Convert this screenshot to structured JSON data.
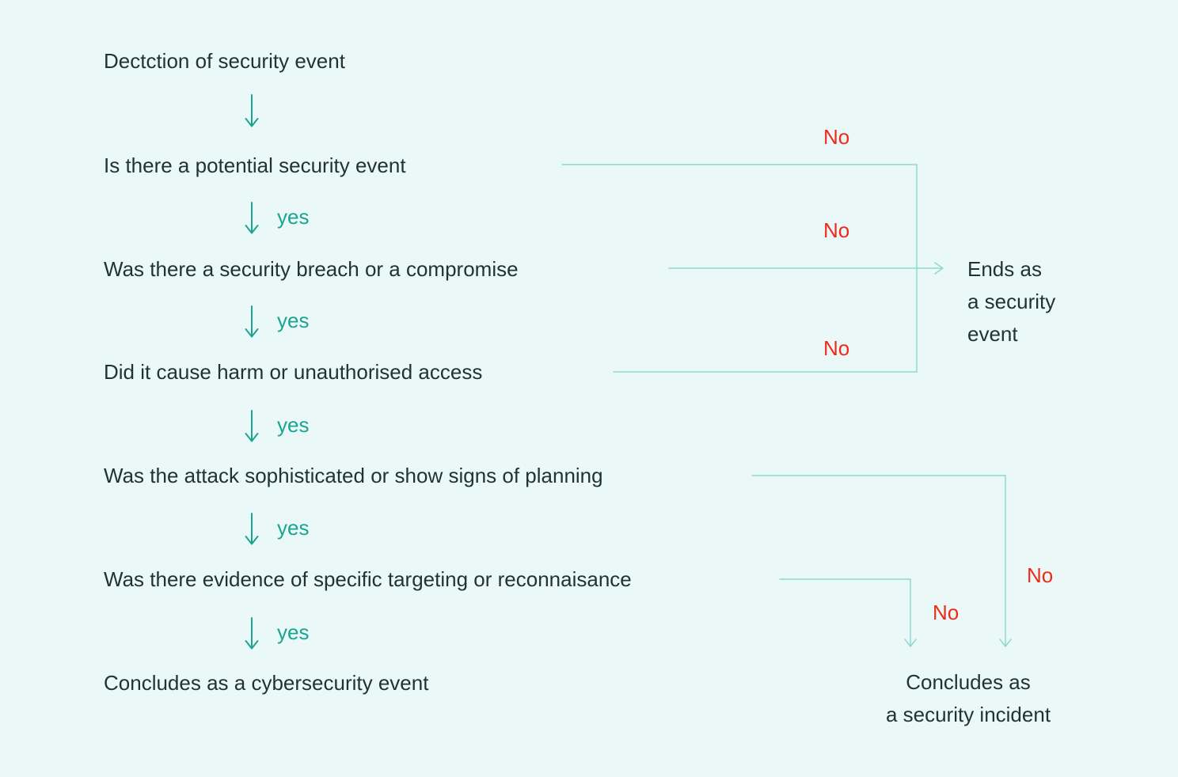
{
  "colors": {
    "background": "#EAF9F7",
    "text": "#1E3238",
    "accent_teal": "#1CA493",
    "connector_teal": "#8ED8D0",
    "no_red": "#EE2B1B"
  },
  "flow": {
    "steps": [
      {
        "label": "Dectction of security event"
      },
      {
        "label": "Is there a potential security event"
      },
      {
        "label": "Was there a security breach or a compromise"
      },
      {
        "label": "Did it cause harm or unauthorised access"
      },
      {
        "label": "Was the attack sophisticated or show signs of planning"
      },
      {
        "label": "Was there evidence of specific targeting or reconnaisance"
      },
      {
        "label": "Concludes as a cybersecurity event"
      }
    ],
    "yes_label": "yes",
    "no_label": "No",
    "end_event": {
      "lines": [
        "Ends as",
        "a security",
        "event"
      ]
    },
    "end_incident": {
      "lines": [
        "Concludes as",
        "a security incident"
      ]
    }
  },
  "icons": {
    "down_arrow": "down-arrow-icon",
    "right_arrow": "right-arrow-icon"
  }
}
